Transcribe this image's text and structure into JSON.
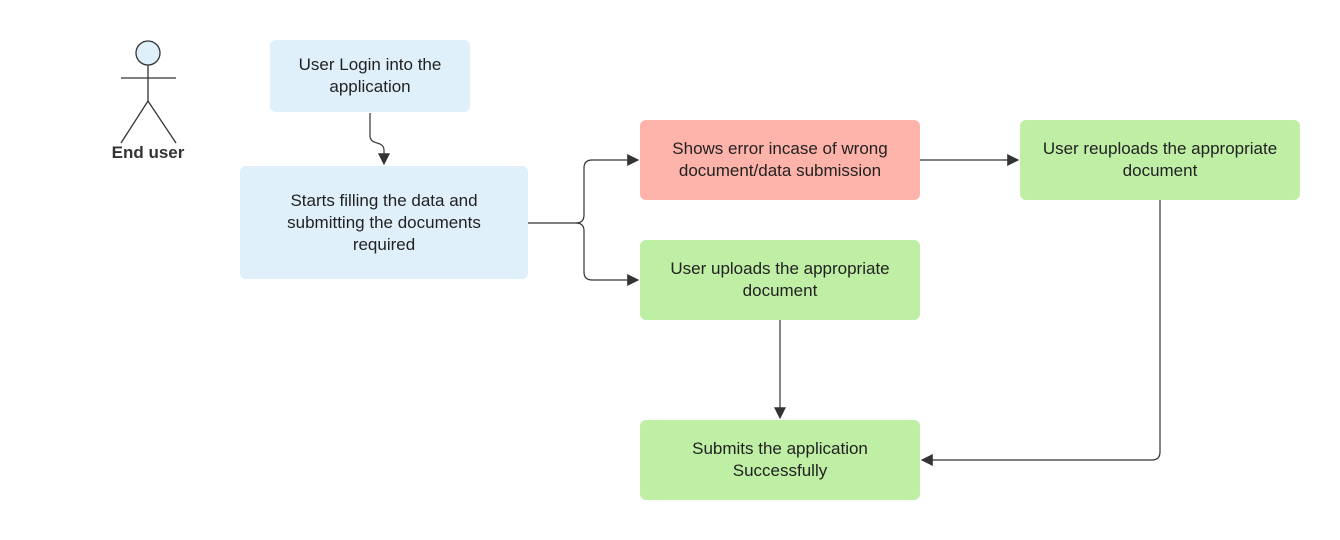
{
  "diagram": {
    "actor": {
      "label": "End user",
      "icon": "stick-figure-icon"
    },
    "nodes": {
      "login": "User Login into the application",
      "filling": "Starts filling the data and submitting the documents required",
      "error": "Shows error incase of wrong document/data submission",
      "reupload": "User reuploads the appropriate document",
      "upload": "User uploads the appropriate document",
      "submit": "Submits the application Successfully"
    },
    "edges": [
      {
        "from": "login",
        "to": "filling"
      },
      {
        "from": "filling",
        "to": "error"
      },
      {
        "from": "filling",
        "to": "upload"
      },
      {
        "from": "error",
        "to": "reupload"
      },
      {
        "from": "upload",
        "to": "submit"
      },
      {
        "from": "reupload",
        "to": "submit"
      }
    ],
    "colors": {
      "start_fill": "#dff0fb",
      "error_fill": "#fdb3a9",
      "success_fill": "#bfeea5",
      "actor_head_fill": "#dff0fb",
      "line": "#333333"
    }
  }
}
